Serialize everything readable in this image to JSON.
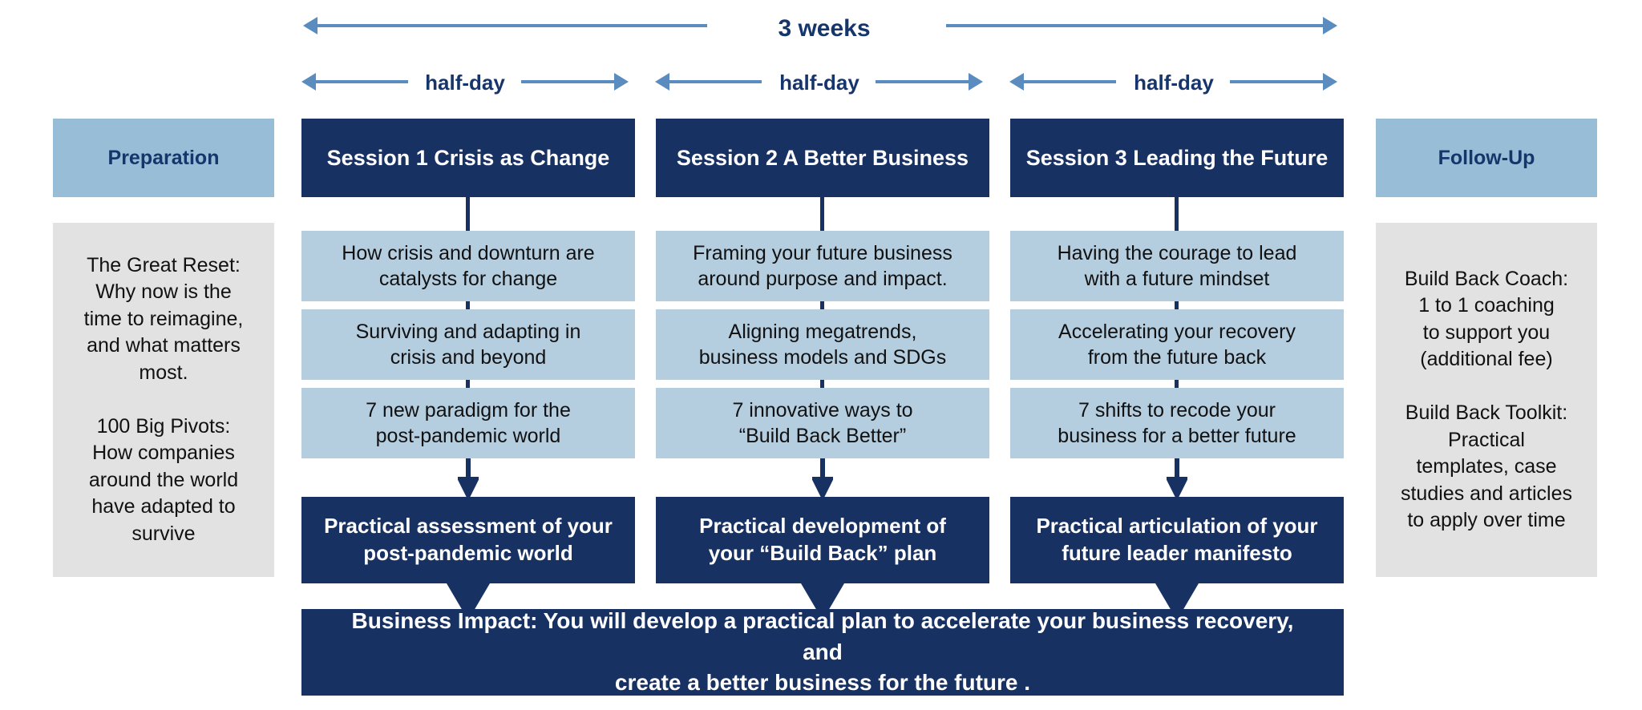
{
  "timeline": {
    "total_label": "3 weeks",
    "segment_labels": [
      "half-day",
      "half-day",
      "half-day"
    ],
    "arrow_color": "#5b8cc0",
    "label_color": "#15356b"
  },
  "colors": {
    "navy": "#183163",
    "header_blue": "#97bdd7",
    "bullet_blue": "#b4cddf",
    "panel_gray": "#e2e2e2",
    "arrow_blue": "#5b8cc0"
  },
  "columns": {
    "preparation": {
      "header": "Preparation",
      "body": "The Great Reset:\nWhy now is the\ntime to reimagine,\nand what matters\nmost.\n\n100 Big Pivots:\nHow companies\naround the world\nhave adapted to\nsurvive"
    },
    "follow_up": {
      "header": "Follow-Up",
      "body": "Build Back Coach:\n1 to 1 coaching\nto support you\n(additional fee)\n\nBuild Back Toolkit:\nPractical\ntemplates, case\nstudies and articles\nto apply over time"
    }
  },
  "sessions": [
    {
      "header": "Session 1\nCrisis as Change",
      "bullets": [
        "How crisis and downturn are\ncatalysts for change",
        "Surviving and adapting in\ncrisis and beyond",
        "7 new paradigm for the\npost-pandemic world"
      ],
      "outcome": "Practical assessment of your\npost-pandemic world"
    },
    {
      "header": "Session 2\nA Better Business",
      "bullets": [
        "Framing your future business\naround purpose and impact.",
        "Aligning megatrends,\nbusiness models and SDGs",
        "7 innovative ways to\n“Build Back Better”"
      ],
      "outcome": "Practical development of\nyour “Build Back” plan"
    },
    {
      "header": "Session 3\nLeading the Future",
      "bullets": [
        "Having the courage to lead\nwith a future mindset",
        "Accelerating your recovery\nfrom the future back",
        "7 shifts to recode your\nbusiness for a better future"
      ],
      "outcome": "Practical articulation of your\nfuture leader manifesto"
    }
  ],
  "impact": {
    "text": "Business Impact: You will develop a practical plan to accelerate your business recovery, and\ncreate a better business for the future ."
  }
}
